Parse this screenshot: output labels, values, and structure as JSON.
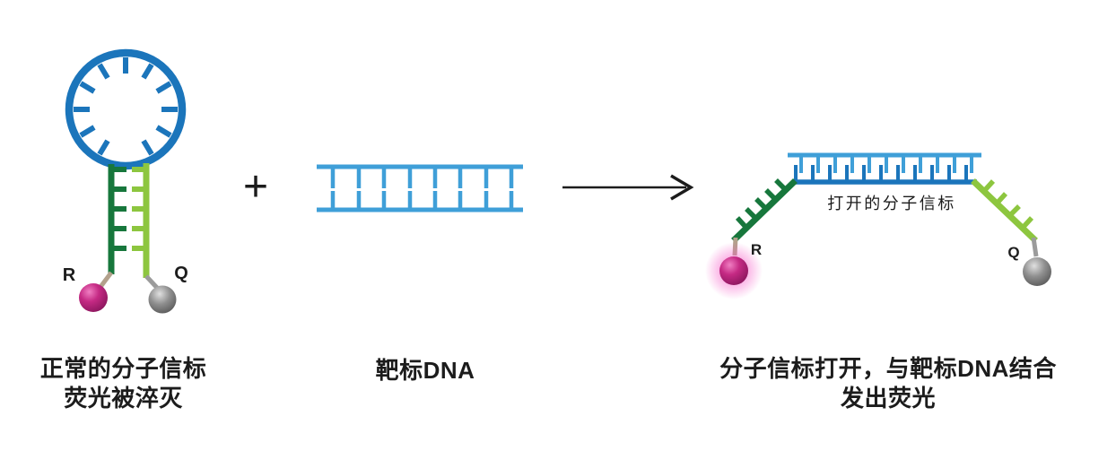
{
  "colors": {
    "loop_blue": "#1b75bb",
    "stem_dark_green": "#17773c",
    "stem_light_green": "#8dc63f",
    "dna_blue": "#3f9fd8",
    "dna_blue_dark": "#1b75bb",
    "fluorophore_magenta": "#c52a84",
    "fluorophore_glow": "#f551c4",
    "quencher_gray": "#8f8f8f",
    "connector_tan": "#b3a18c",
    "connector_gray": "#9b9b9b",
    "arrow_black": "#1c1c1c",
    "text_black": "#1c1c1c"
  },
  "labels": {
    "plus": "+",
    "fluorophore": "R",
    "quencher": "Q",
    "open_beacon": "打开的分子信标"
  },
  "captions": {
    "closed_beacon": {
      "line1": "正常的分子信标",
      "line2": "荧光被淬灭"
    },
    "target_dna": "靶标DNA",
    "open_beacon": {
      "line1": "分子信标打开，与靶标DNA结合",
      "line2": "发出荧光"
    }
  }
}
